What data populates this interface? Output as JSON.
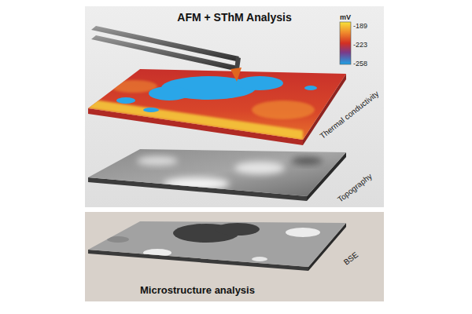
{
  "diagram": {
    "nodes": [
      {
        "text": [
          "AFM + SThM Analysis"
        ]
      },
      {
        "text": [
          "Microstructure analysis"
        ]
      }
    ],
    "labels": [
      "mV",
      "-189",
      "-223",
      "-258",
      "Thermal conductivity",
      "Topography",
      "BSE"
    ]
  }
}
